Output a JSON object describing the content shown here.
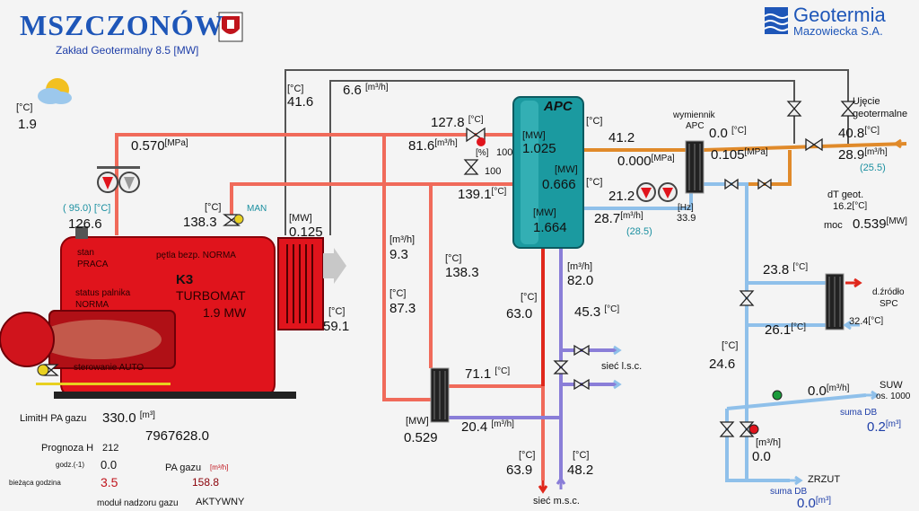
{
  "header": {
    "title": "MSZCZONÓW",
    "subtitle": "Zakład Geotermalny 8.5 [MW]",
    "company_line1": "Geotermia",
    "company_line2": "Mazowiecka S.A."
  },
  "weather": {
    "unit": "[°C]",
    "value": "1.9"
  },
  "labels": {
    "c": "[°C]",
    "mw": "[MW]",
    "m3h": "[m³/h]",
    "mpa": "[MPa]",
    "hz": "[Hz]",
    "pct": "[%]",
    "m3": "[m³]"
  },
  "top": {
    "t41_6": "41.6",
    "flow6_6": "6.6",
    "p0_570": "0.570",
    "t127_8": "127.8",
    "f81_6": "81.6",
    "v100a": "100",
    "v100b": "100",
    "t139_1": "139.1"
  },
  "apc": {
    "title": "APC",
    "mw1": "1.025",
    "mw2": "0.666",
    "mw3": "1.664"
  },
  "apc_right": {
    "t41_2": "41.2",
    "p0_000": "0.000",
    "t21_2": "21.2",
    "f28_7": "28.7",
    "f28_5": "(28.5)",
    "hz33_9": "33.9"
  },
  "exchanger": {
    "label1": "wymiennik",
    "label2": "APC",
    "t0_0": "0.0",
    "p0_105": "0.105"
  },
  "intake": {
    "label1": "Ujęcie",
    "label2": "geotermalne",
    "t40_8": "40.8",
    "f28_9": "28.9",
    "f25_5": "(25.5)",
    "dt_label": "dT geot.",
    "dt_value": "16.2",
    "moc_label": "moc",
    "moc_value": "0.539"
  },
  "boiler": {
    "t95": "( 95.0)",
    "t126_6": "126.6",
    "t138_3": "138.3",
    "man": "MAN",
    "stan_label": "stan",
    "stan_value": "PRACA",
    "petla_label": "pętla bezp.",
    "petla_value": "NORMA",
    "status_label": "status palnika",
    "status_value": "NORMA",
    "name": "K3",
    "model": "TURBOMAT",
    "power": "1.9 MW",
    "control_label": "sterowanie",
    "control_value": "AUTO"
  },
  "economizer": {
    "mw0_125": "0.125",
    "t59_1": "59.1"
  },
  "middle": {
    "f9_3": "9.3",
    "t138_3b": "138.3",
    "t87_3": "87.3",
    "t63_0": "63.0",
    "f82_0": "82.0",
    "t45_3": "45.3",
    "siec_lsc": "sieć l.s.c.",
    "t71_1": "71.1",
    "f20_4": "20.4",
    "mw0_529": "0.529",
    "t63_9": "63.9",
    "t48_2": "48.2",
    "siec_msc": "sieć m.s.c."
  },
  "right": {
    "t23_8": "23.8",
    "dzrodlo1": "d.źródło",
    "dzrodlo2": "SPC",
    "t26_1": "26.1",
    "t32_4": "32.4",
    "t24_6": "24.6",
    "suw_flow": "0.0",
    "suw_label1": "SUW",
    "suw_label2": "os. 1000",
    "suma_db1": "suma DB",
    "suma_val1": "0.2",
    "f0_0": "0.0",
    "zrzut": "ZRZUT",
    "suma_db2": "suma DB",
    "suma_val2": "0.0"
  },
  "gas": {
    "limit_label": "LimitH PA gazu",
    "limit_value": "330.0",
    "total": "7967628.0",
    "prognoza_label": "Prognoza H",
    "prognoza_value": "212",
    "godz_label": "godz.(-1)",
    "godz_value": "0.0",
    "biez_label": "bieżąca godzina",
    "biez_value": "3.5",
    "pa_label": "PA gazu",
    "pa_unit": "[m³/h]",
    "pa_value": "158.8",
    "modul_label": "moduł nadzoru gazu",
    "modul_value": "AKTYWNY"
  },
  "colors": {
    "hot": "#f06a5a",
    "warm": "#e08a2a",
    "cold": "#8fc0ea",
    "violet": "#8a7ed8",
    "boiler": "#e0141c",
    "apc": "#1b9aa0",
    "gray_pipe": "#555555"
  }
}
